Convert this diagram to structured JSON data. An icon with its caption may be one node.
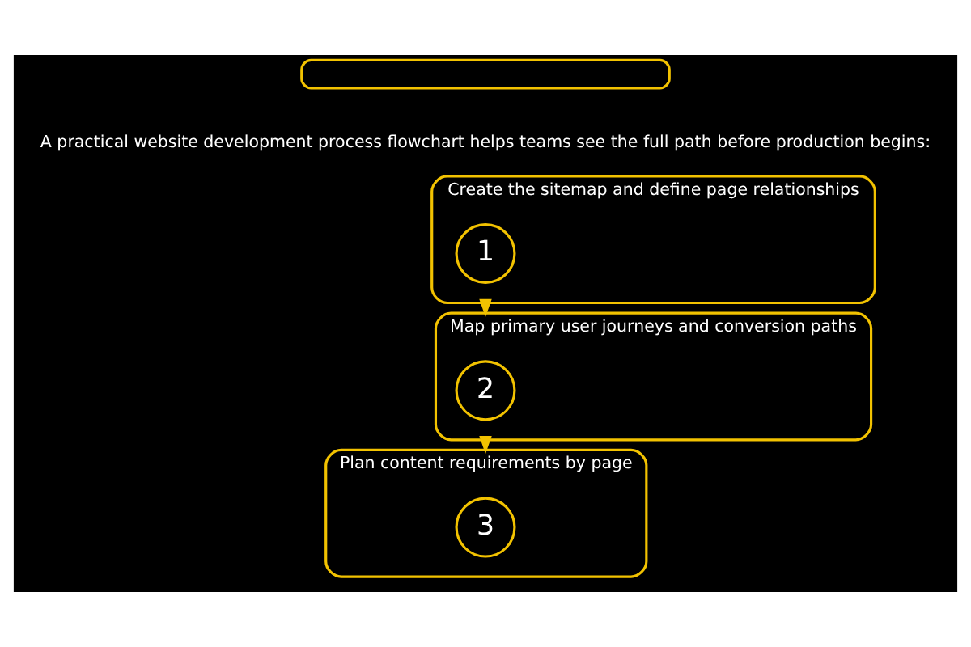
{
  "diagram": {
    "nodes": [
      {
        "text": [],
        "shape": "box"
      },
      {
        "text": [
          "Create the sitemap and define page relationships"
        ]
      },
      {
        "text": [
          "1"
        ],
        "in": 1
      },
      {
        "text": [
          "Map primary user journeys and conversion paths"
        ]
      },
      {
        "text": [
          "2"
        ],
        "in": 3
      },
      {
        "text": [
          "Plan content requirements by page"
        ]
      },
      {
        "text": [
          "3"
        ],
        "in": 5
      }
    ],
    "edges": [
      {
        "from": 1,
        "to": 3,
        "arrow": "to"
      },
      {
        "from": 3,
        "to": 5,
        "arrow": "to"
      }
    ],
    "labels": [
      "A practical website development process flowchart helps teams see the full path before production begins:"
    ]
  }
}
